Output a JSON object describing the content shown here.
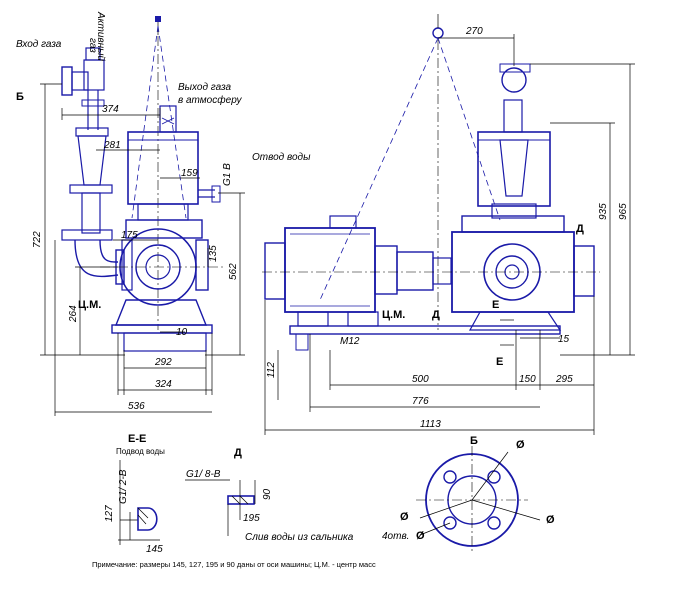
{
  "labels": {
    "gas_inlet": "Вход газа",
    "active_gas_1": "Активный",
    "active_gas_2": "газ",
    "gas_outlet_1": "Выход газа",
    "gas_outlet_2": "в атмосферу",
    "water_outlet": "Отвод воды",
    "view_b_left": "Б",
    "cm_left": "Ц.М.",
    "cm_right": "Ц.М.",
    "d_right": "Д",
    "d_right2": "Д",
    "e_top": "Е",
    "e_bottom": "Е",
    "m12": "М12",
    "g_thread_1": "G1 B",
    "section_title": "Е-Е",
    "section_sub": "Подвод воды",
    "g_half": "G1/ 2-В",
    "detail_d": "Д",
    "g_eighth": "G1/ 8-В",
    "gland_water": "Слив воды из сальника",
    "view_b": "Б",
    "holes": "4отв.",
    "note": "Примечание: размеры 145, 127, 195 и 90 даны от оси машины; Ц.М. - центр масс"
  },
  "dims": {
    "d374": "374",
    "d281": "281",
    "d159": "159",
    "d175": "175",
    "d135": "135",
    "d10": "10",
    "d722": "722",
    "d264": "264",
    "d562": "562",
    "d292": "292",
    "d324": "324",
    "d536": "536",
    "d270": "270",
    "d935": "935",
    "d965": "965",
    "d112": "112",
    "d15": "15",
    "d500": "500",
    "d150": "150",
    "d295": "295",
    "d776": "776",
    "d1113": "1113",
    "d127": "127",
    "d145": "145",
    "d90": "90",
    "d195": "195",
    "diam_a": "Ø",
    "diam_b": "Ø",
    "diam_c": "Ø",
    "diam_d": "Ø"
  },
  "colors": {
    "outline": "#1a1aa8",
    "dimension": "#000000"
  }
}
